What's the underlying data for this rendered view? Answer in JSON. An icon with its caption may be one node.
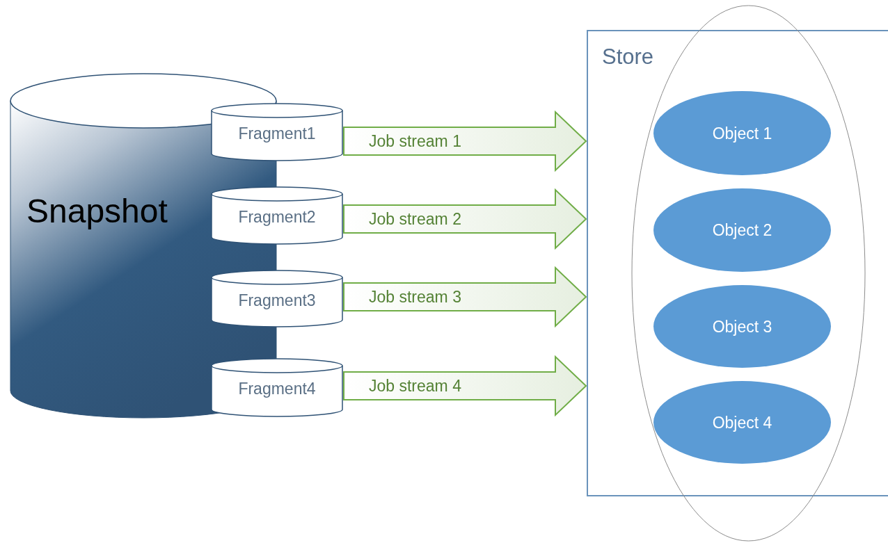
{
  "diagram": {
    "nodes": [
      {
        "text": [
          "Snapshot"
        ]
      },
      {
        "text": [
          "Fragment1"
        ]
      },
      {
        "text": [
          "Fragment2"
        ]
      },
      {
        "text": [
          "Fragment3"
        ]
      },
      {
        "text": [
          "Fragment4"
        ]
      },
      {
        "text": [
          "Store"
        ]
      },
      {
        "text": [],
        "shape": "ellipse"
      },
      {
        "text": [
          "Object 1"
        ],
        "in": 6
      },
      {
        "text": [
          "Object 2"
        ],
        "in": 6
      },
      {
        "text": [
          "Object 3"
        ],
        "in": 6
      },
      {
        "text": [
          "Object 4"
        ],
        "in": 6
      }
    ],
    "edges": [
      {
        "from": 1,
        "to": 5,
        "arrow": "to",
        "label": "Job stream 1",
        "style": "thick"
      },
      {
        "from": 2,
        "to": 5,
        "arrow": "to",
        "label": "Job stream 2",
        "style": "thick"
      },
      {
        "from": 3,
        "to": 5,
        "arrow": "to",
        "label": "Job stream 3",
        "style": "thick"
      },
      {
        "from": 4,
        "to": 5,
        "arrow": "to",
        "label": "Job stream 4",
        "style": "thick"
      }
    ]
  }
}
